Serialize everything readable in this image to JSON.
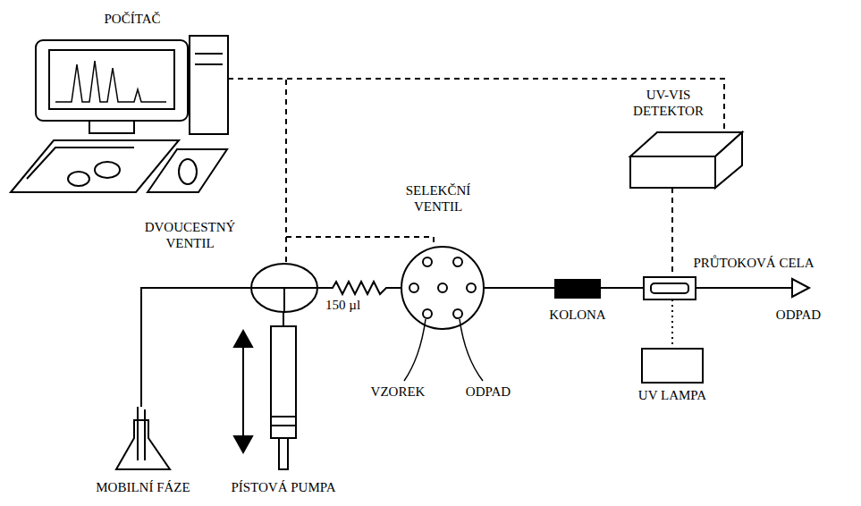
{
  "diagram": {
    "nodes": [
      {
        "text": [
          "POČÍTAČ"
        ]
      },
      {
        "text": [
          "UV-VIS DETEKTOR"
        ]
      },
      {
        "text": [
          "DVOUCESTNÝ VENTIL"
        ]
      },
      {
        "text": [
          "SELEKČNÍ VENTIL"
        ]
      },
      {
        "text": [
          "KOLONA"
        ]
      },
      {
        "text": [
          "PRŮTOKOVÁ CELA"
        ]
      },
      {
        "text": [
          "UV LAMPA"
        ]
      },
      {
        "text": [
          "ODPAD"
        ]
      },
      {
        "text": [
          "MOBILNÍ FÁZE"
        ]
      },
      {
        "text": [
          "PÍSTOVÁ PUMPA"
        ]
      }
    ],
    "edges": [
      {
        "from": 0,
        "to": 1,
        "arrow": "none"
      },
      {
        "from": 0,
        "to": 2,
        "arrow": "none"
      },
      {
        "from": 0,
        "to": 3,
        "arrow": "none"
      },
      {
        "from": 1,
        "to": 5,
        "arrow": "none"
      },
      {
        "from": 8,
        "to": 2,
        "arrow": "none"
      },
      {
        "from": 9,
        "to": 2,
        "arrow": "none"
      },
      {
        "from": 2,
        "to": 3,
        "label": "150 µl",
        "arrow": "none"
      },
      {
        "from": 3,
        "to": 4,
        "arrow": "none"
      },
      {
        "from": 4,
        "to": 5,
        "arrow": "none"
      },
      {
        "from": 5,
        "to": 7,
        "arrow": "none"
      },
      {
        "from": 5,
        "to": 6,
        "arrow": "none"
      }
    ],
    "labels": [
      "VZOREK",
      "ODPAD"
    ]
  }
}
